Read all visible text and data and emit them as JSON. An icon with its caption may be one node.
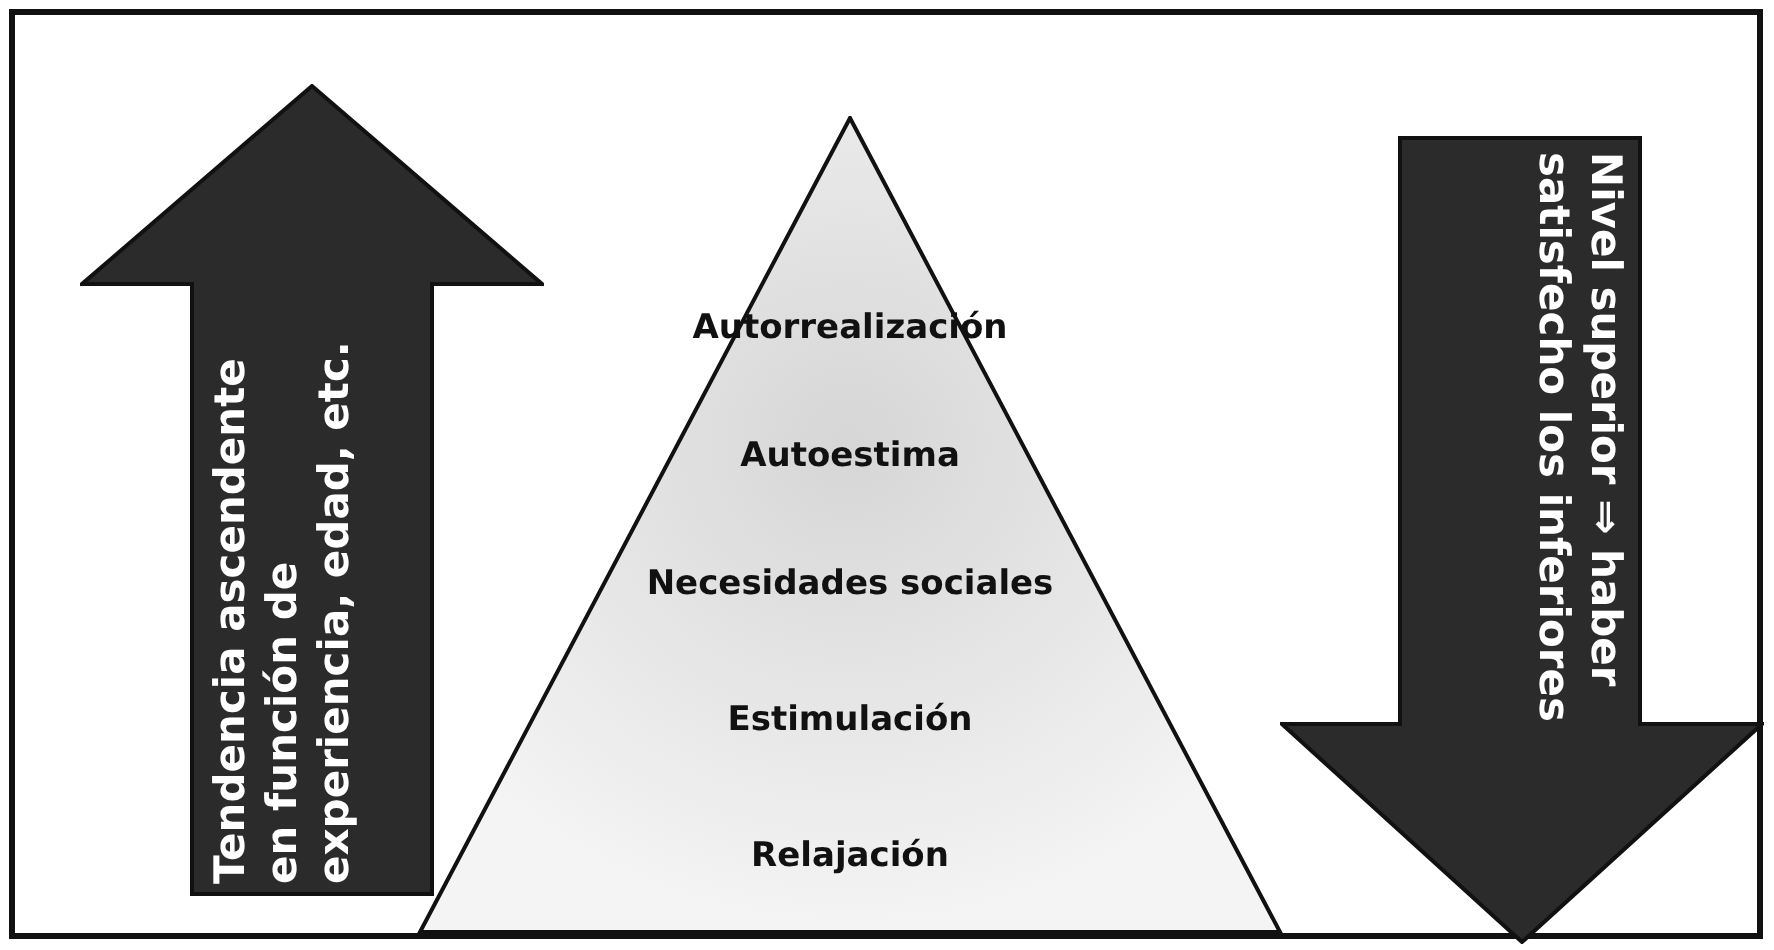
{
  "diagram": {
    "nodes": [
      {
        "text": [
          "Tendencia ascendente en función de experiencia, edad, etc."
        ]
      },
      {
        "text": [
          "Autorrealización",
          "Autoestima",
          "Necesidades sociales",
          "Estimulación",
          "Relajación"
        ]
      },
      {
        "text": [
          "Nivel superior ⇒ haber satisfecho los inferiores"
        ]
      }
    ]
  }
}
